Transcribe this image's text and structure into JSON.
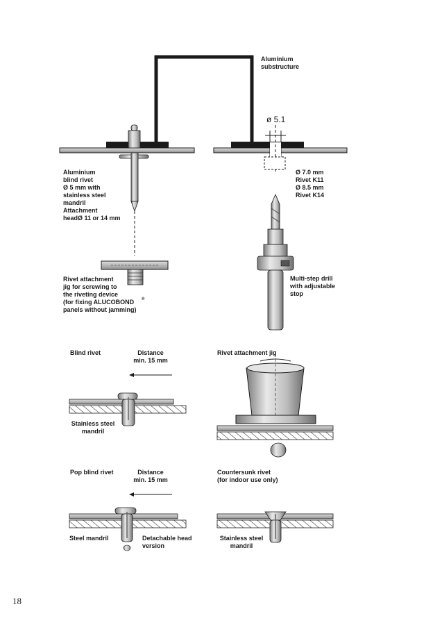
{
  "page_number": "18",
  "top": {
    "substructure_label": "Aluminium\nsubstructure",
    "diameter_label": "ø 5.1",
    "rivet_label": "Aluminium\nblind rivet\nØ 5 mm with\nstainless steel\nmandril\nAttachment\nheadØ 11 or 14 mm",
    "drill_sizes_label": "Ø 7.0 mm\nRivet K11\nØ 8.5 mm\nRivet K14",
    "jig_label": "Rivet attachment\njig for screwing to\nthe riveting device\n(for fixing ALUCOBOND\npanels without jamming)",
    "registered_mark": "®",
    "drill_label": "Multi-step drill\nwith adjustable\nstop"
  },
  "details": {
    "blind_rivet": {
      "title": "Blind rivet",
      "distance": "Distance\nmin. 15 mm",
      "mandril": "Stainless steel\nmandril"
    },
    "jig": {
      "title": "Rivet attachment jig"
    },
    "pop_rivet": {
      "title": "Pop blind rivet",
      "distance": "Distance\nmin. 15 mm",
      "mandril": "Steel mandril",
      "detach": "Detachable head\nversion"
    },
    "countersunk": {
      "title": "Countersunk rivet\n(for indoor use only)",
      "mandril": "Stainless steel\nmandril"
    }
  },
  "colors": {
    "line": "#1a1a1a",
    "metal": "#c9c9c9",
    "metal_dark": "#8a8a8a",
    "sheet": "#b5b5b5"
  }
}
